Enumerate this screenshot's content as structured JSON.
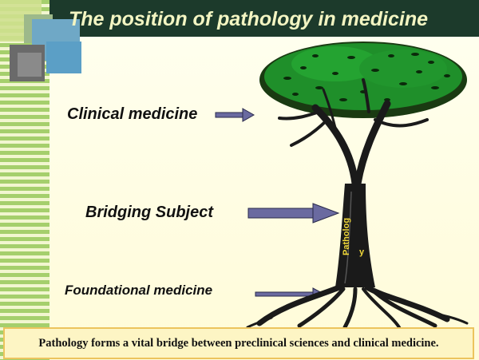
{
  "title": "The position of pathology in medicine",
  "labels": {
    "clinical": "Clinical  medicine",
    "bridging": "Bridging Subject",
    "foundational": "Foundational medicine"
  },
  "trunk_label": {
    "main": "Patholog",
    "tail": "y"
  },
  "caption": "Pathology forms a vital bridge between preclinical sciences and clinical medicine.",
  "colors": {
    "title_bar": "#1c3a2b",
    "title_text": "#f3f5c2",
    "arrow": "#6a6aa0",
    "foliage": "#1f8f2a",
    "trunk": "#1a1a1a",
    "caption_border": "#ecc45d"
  }
}
